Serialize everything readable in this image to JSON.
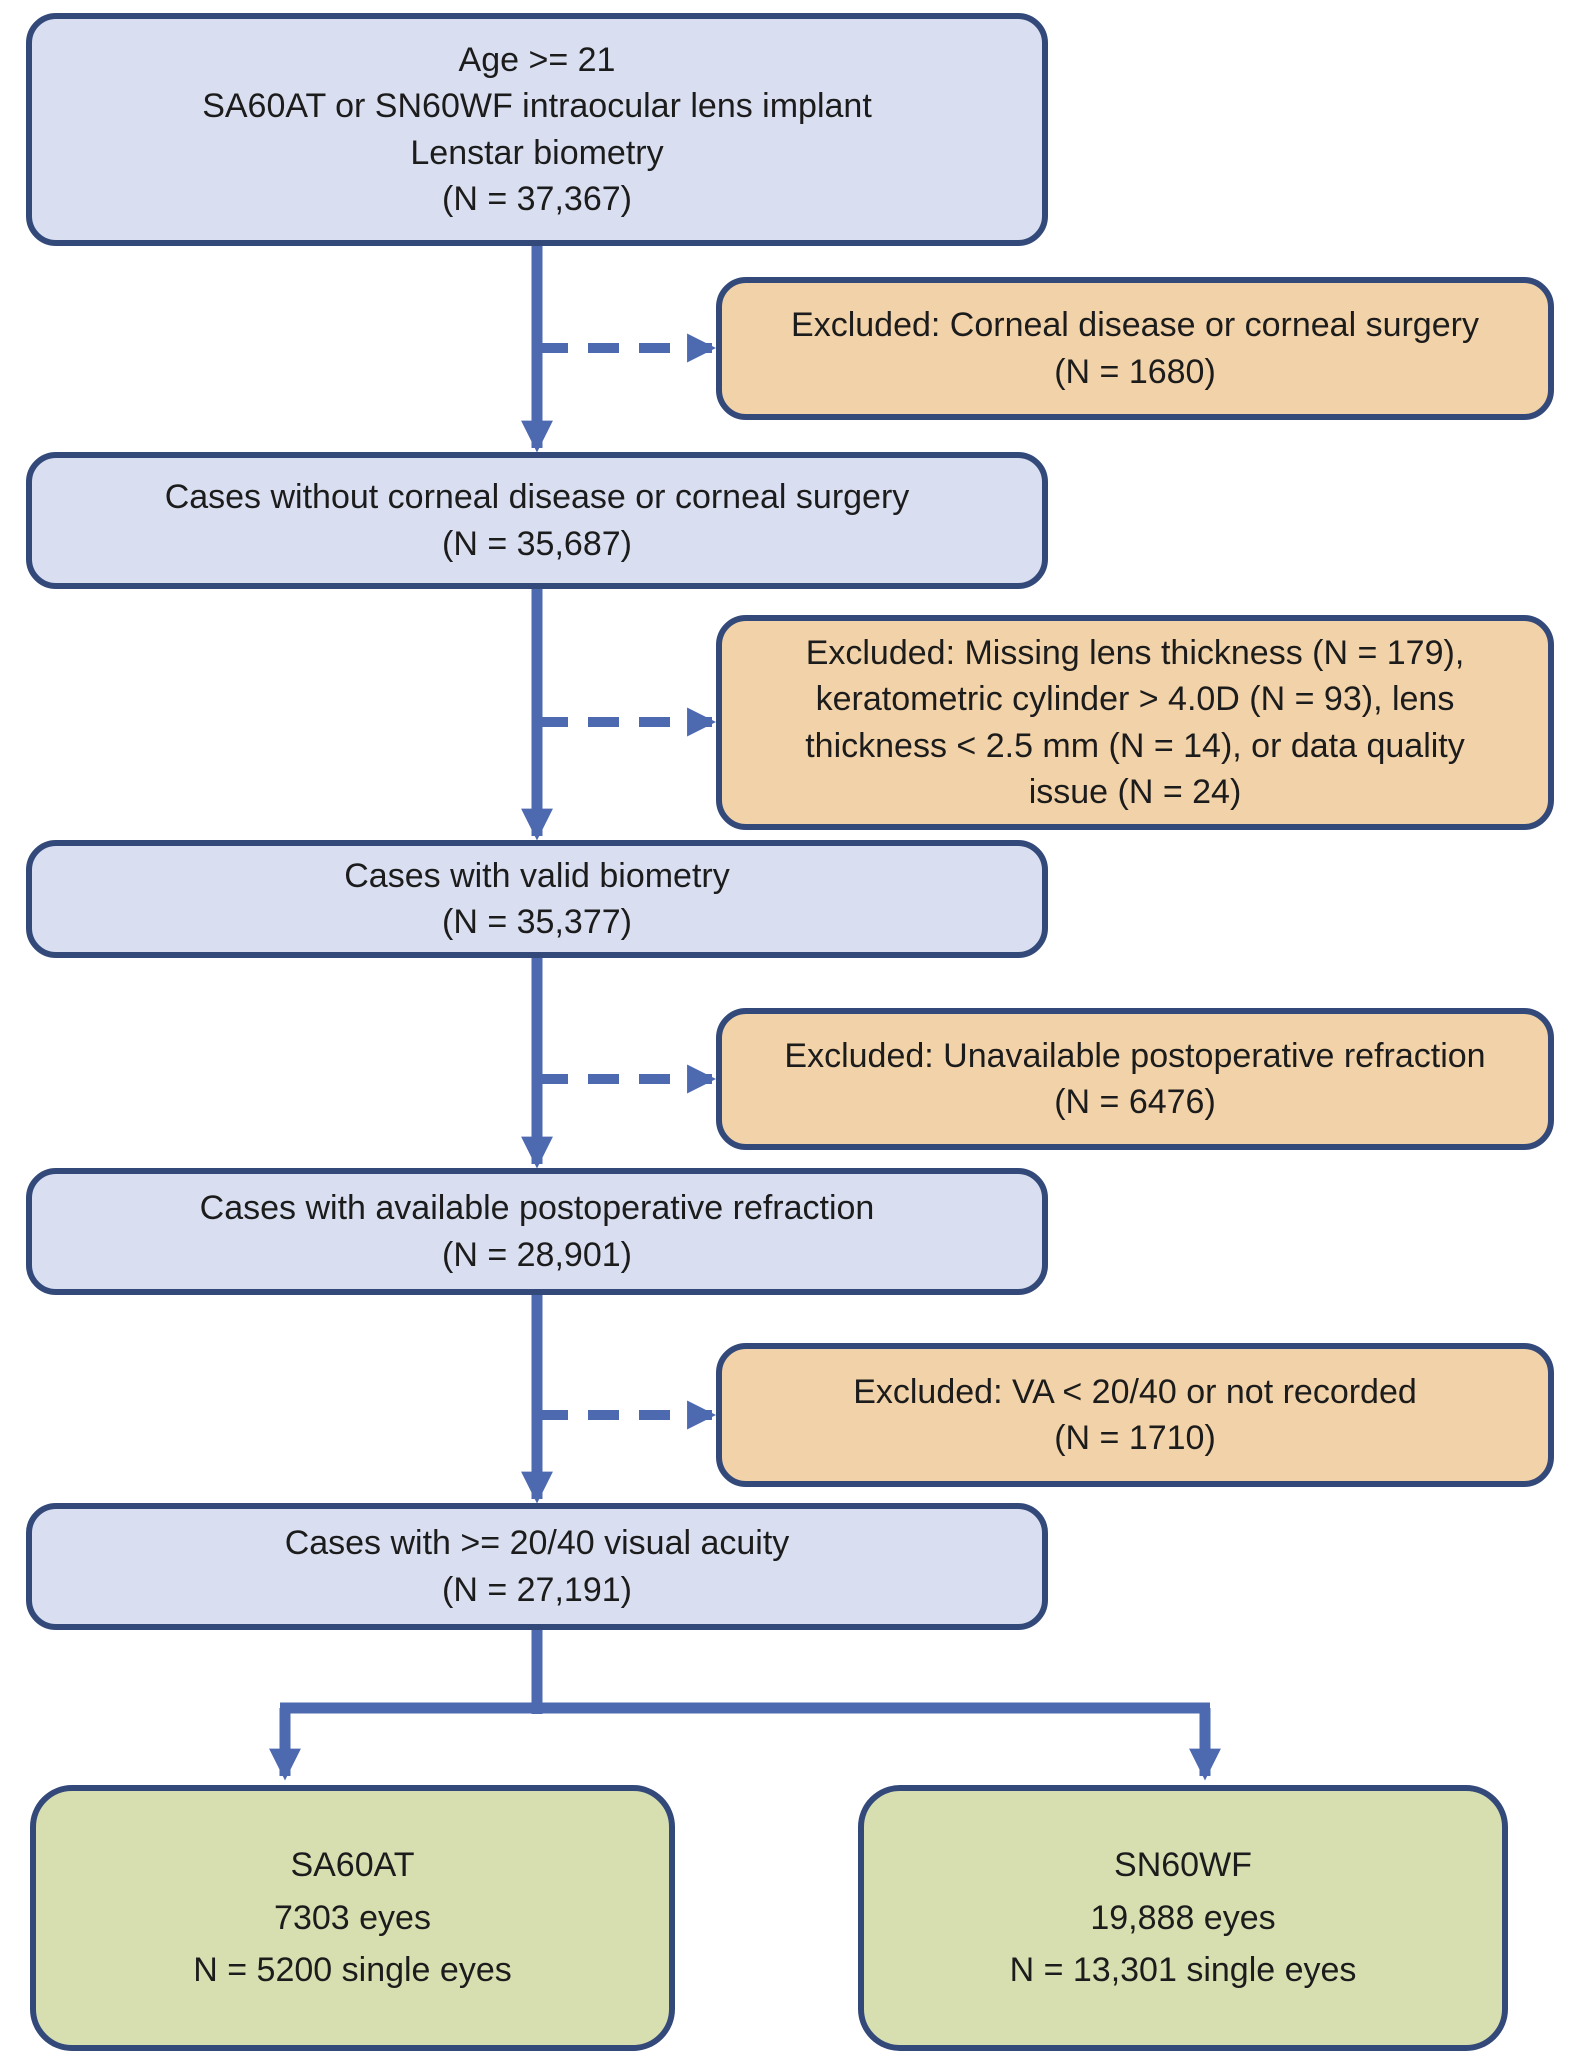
{
  "flow": {
    "main_boxes": [
      {
        "lines": [
          "Age >= 21",
          "SA60AT or SN60WF intraocular lens implant",
          "Lenstar biometry",
          "(N = 37,367)"
        ]
      },
      {
        "lines": [
          "Cases without corneal disease or corneal surgery",
          "(N = 35,687)"
        ]
      },
      {
        "lines": [
          "Cases with valid biometry",
          "(N = 35,377)"
        ]
      },
      {
        "lines": [
          "Cases with available postoperative refraction",
          "(N = 28,901)"
        ]
      },
      {
        "lines": [
          "Cases with >= 20/40 visual acuity",
          "(N = 27,191)"
        ]
      }
    ],
    "excluded_boxes": [
      {
        "lines": [
          "Excluded: Corneal disease or corneal surgery",
          "(N = 1680)"
        ]
      },
      {
        "lines": [
          "Excluded: Missing lens thickness (N = 179),",
          "keratometric cylinder > 4.0D (N = 93), lens",
          "thickness < 2.5 mm (N = 14), or data quality",
          "issue (N = 24)"
        ]
      },
      {
        "lines": [
          "Excluded: Unavailable postoperative refraction",
          "(N = 6476)"
        ]
      },
      {
        "lines": [
          "Excluded: VA < 20/40 or not recorded",
          "(N = 1710)"
        ]
      }
    ],
    "outcome_boxes": [
      {
        "lines": [
          "SA60AT",
          "7303 eyes",
          "N = 5200 single eyes"
        ]
      },
      {
        "lines": [
          "SN60WF",
          "19,888 eyes",
          "N = 13,301 single eyes"
        ]
      }
    ]
  },
  "colors": {
    "population_fill": "#d9dff0",
    "excluded_fill": "#f2d2a8",
    "outcome_fill": "#d7dfb1",
    "border": "#33497a",
    "arrow": "#4d69b0"
  }
}
